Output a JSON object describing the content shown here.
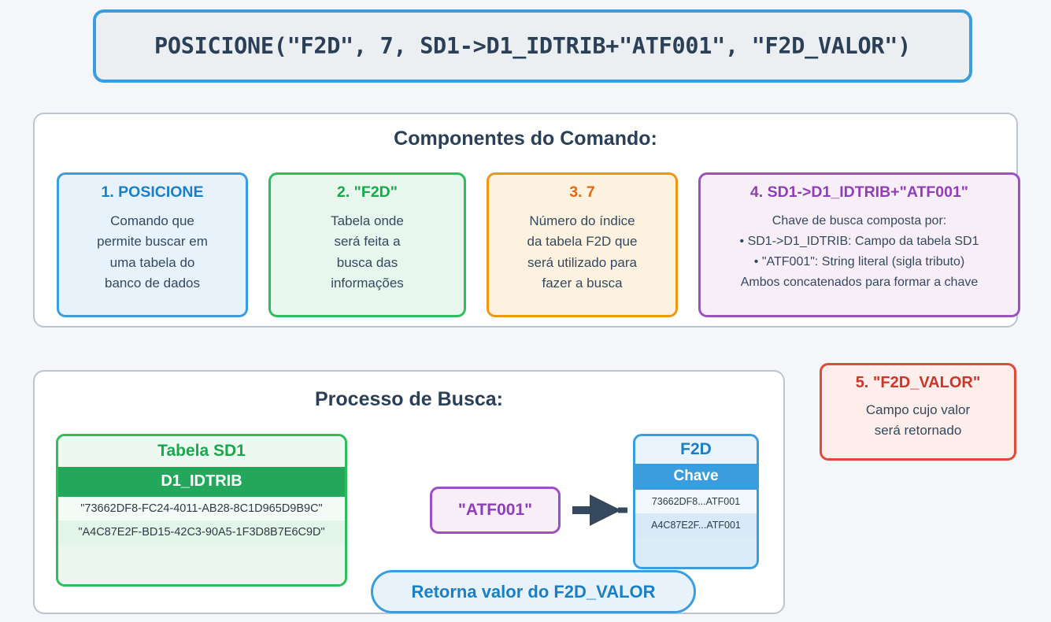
{
  "code_header": {
    "command": "POSICIONE(\"F2D\", 7, SD1->D1_IDTRIB+\"ATF001\", \"F2D_VALOR\")",
    "border_color": "#3a9ede",
    "background_color": "#eceff1"
  },
  "components_section": {
    "title": "Componentes do Comando:",
    "cards": [
      {
        "title": "1. POSICIONE",
        "lines": [
          "Comando que",
          "permite buscar em",
          "uma tabela do",
          "banco de dados"
        ],
        "accent_color": "#3a9ede"
      },
      {
        "title": "2. \"F2D\"",
        "lines": [
          "Tabela onde",
          "será feita a",
          "busca das",
          "informações"
        ],
        "accent_color": "#2fbd5e"
      },
      {
        "title": "3. 7",
        "lines": [
          "Número do índice",
          "da tabela F2D que",
          "será utilizado para",
          "fazer a busca"
        ],
        "accent_color": "#f0960f"
      },
      {
        "title": "4. SD1->D1_IDTRIB+\"ATF001\"",
        "lines": [
          "Chave de busca composta por:",
          "• SD1->D1_IDTRIB: Campo da tabela SD1",
          "• \"ATF001\": String literal (sigla tributo)",
          "Ambos concatenados para formar a chave"
        ],
        "accent_color": "#9b51c0"
      }
    ]
  },
  "card_five": {
    "title": "5. \"F2D_VALOR\"",
    "lines": [
      "Campo cujo valor",
      "será retornado"
    ],
    "accent_color": "#e04a37"
  },
  "process_section": {
    "title": "Processo de Busca:",
    "sd1_table": {
      "caption": "Tabela SD1",
      "column_header": "D1_IDTRIB",
      "rows": [
        "\"73662DF8-FC24-4011-AB28-8C1D965D9B9C\"",
        "\"A4C87E2F-BD15-42C3-90A5-1F3D8B7E6C9D\""
      ],
      "accent_color": "#2fbd5e"
    },
    "key_chip": {
      "label": "\"ATF001\"",
      "accent_color": "#9b51c0"
    },
    "arrow": {
      "icon": "right-arrow-icon",
      "color": "#35495e"
    },
    "f2d_table": {
      "caption": "F2D",
      "column_header": "Chave",
      "rows": [
        "73662DF8...ATF001",
        "A4C87E2F...ATF001"
      ],
      "accent_color": "#3a9ede"
    },
    "return_callout": {
      "label": "Retorna valor do F2D_VALOR",
      "accent_color": "#3a9ede"
    }
  }
}
